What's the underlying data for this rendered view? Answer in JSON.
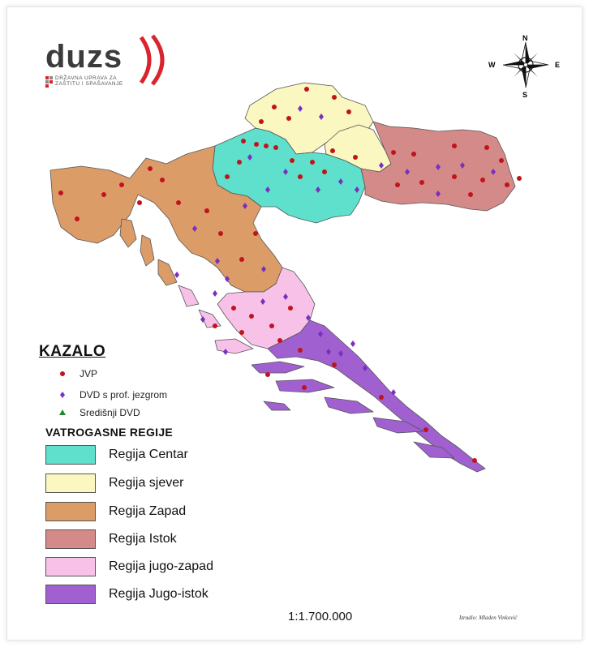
{
  "logo": {
    "word": "duzs",
    "subtitle_line1": "DRŽAVNA UPRAVA ZA",
    "subtitle_line2": "ZAŠTITU I SPAŠAVANJE",
    "brand_color": "#d9232d"
  },
  "compass": {
    "north": "N",
    "south": "S",
    "east": "E",
    "west": "W"
  },
  "legend": {
    "title": "KAZALO",
    "symbols": [
      {
        "label": "JVP",
        "icon": "red-dot-icon",
        "color": "#c0141c"
      },
      {
        "label": "DVD s prof. jezgrom",
        "icon": "purple-diamond-icon",
        "color": "#7a2fc0"
      },
      {
        "label": "Središnji DVD",
        "icon": "green-triangle-icon",
        "color": "#1f8a2a"
      }
    ],
    "regions_title": "VATROGASNE REGIJE",
    "regions": [
      {
        "label": "Regija Centar",
        "color": "#5fe0cc"
      },
      {
        "label": "Regija sjever",
        "color": "#fbf7c0"
      },
      {
        "label": "Regija Zapad",
        "color": "#dc9c68"
      },
      {
        "label": "Regija Istok",
        "color": "#d58a8a"
      },
      {
        "label": "Regija jugo-zapad",
        "color": "#f8c2e8"
      },
      {
        "label": "Regija Jugo-istok",
        "color": "#a060d0"
      }
    ]
  },
  "scale": "1:1.700.000",
  "author": "Izradio: Mladen Vinković"
}
